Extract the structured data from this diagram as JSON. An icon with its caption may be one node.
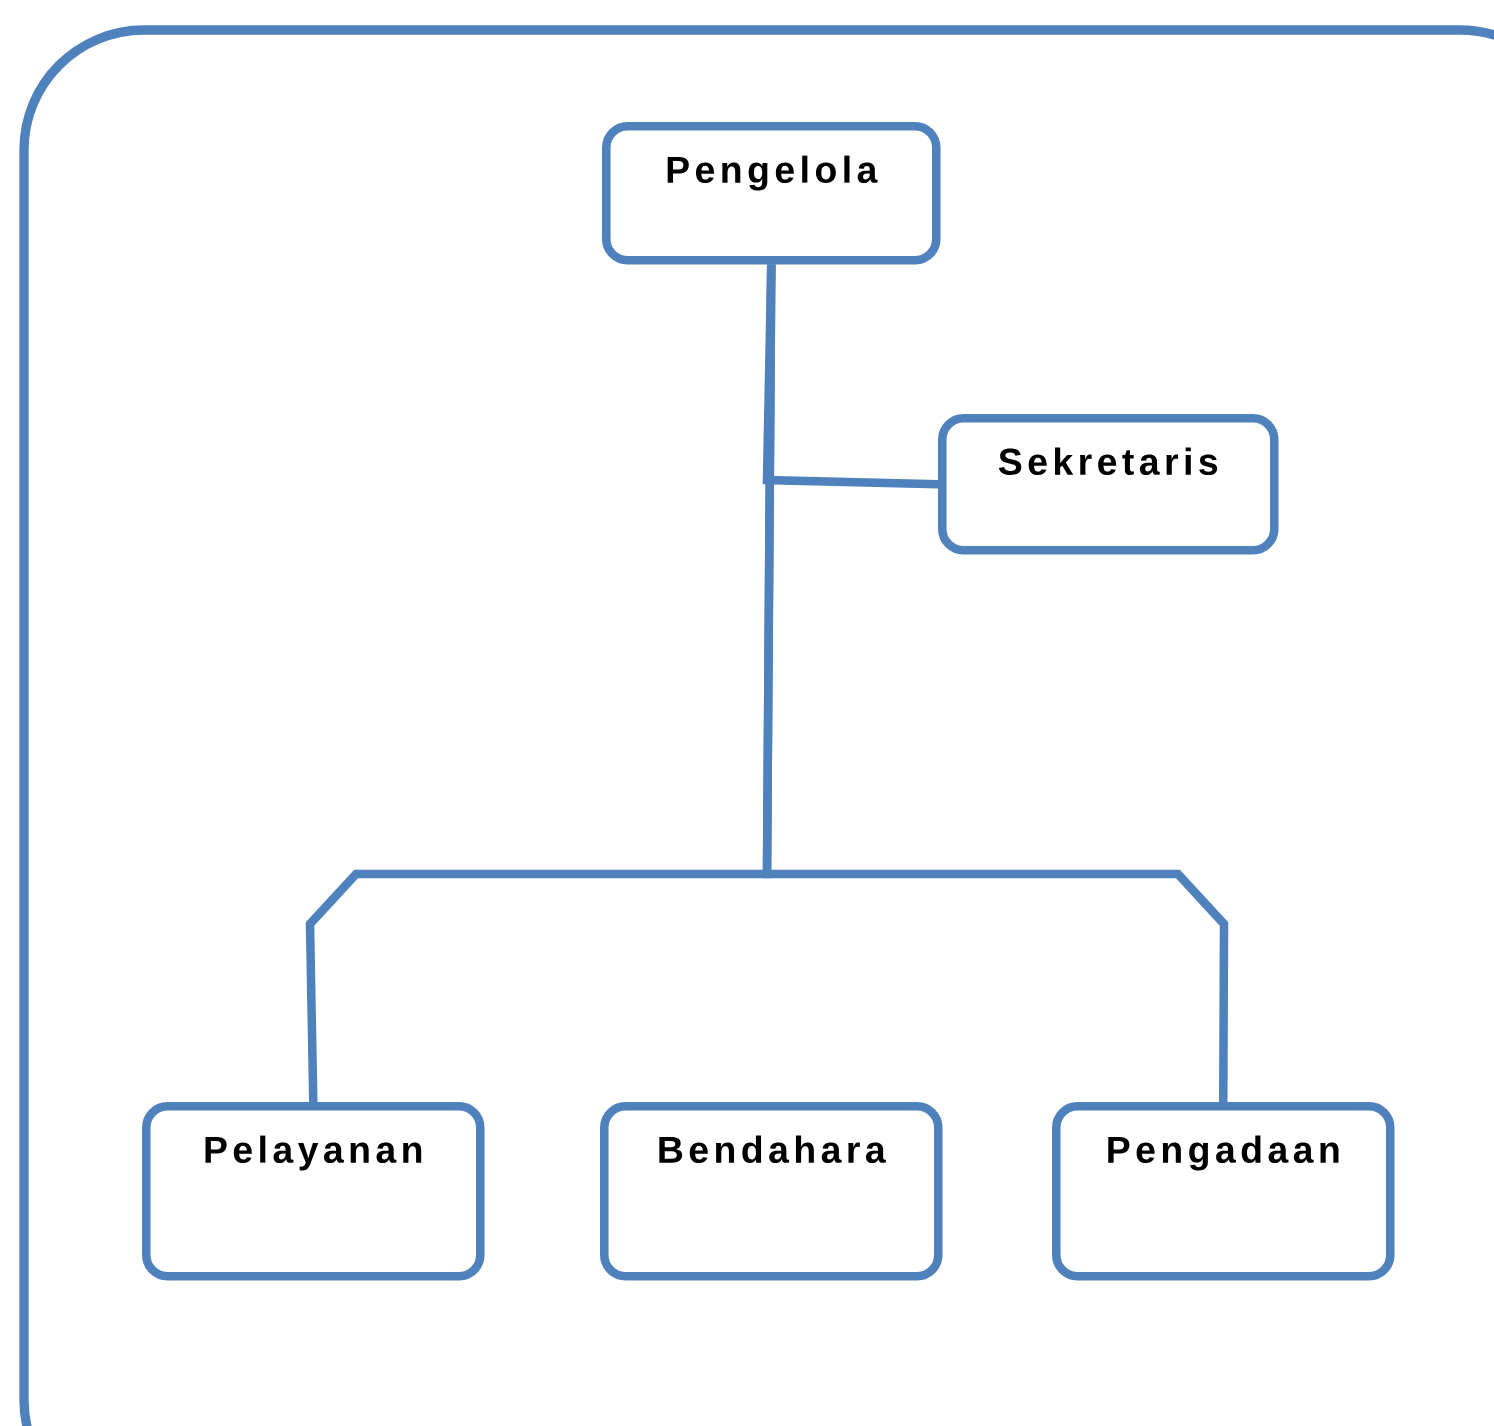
{
  "diagram": {
    "nodes": [
      {
        "text": [
          "Pengelola"
        ]
      },
      {
        "text": [
          "Sekretaris"
        ]
      },
      {
        "text": [
          "Pelayanan"
        ]
      },
      {
        "text": [
          "Bendahara"
        ]
      },
      {
        "text": [
          "Pengadaan"
        ]
      }
    ],
    "edges": [
      {
        "from": 0,
        "to": 1,
        "arrow": "none"
      },
      {
        "from": 0,
        "to": 2,
        "arrow": "none"
      },
      {
        "from": 0,
        "to": 4,
        "arrow": "none"
      }
    ]
  }
}
